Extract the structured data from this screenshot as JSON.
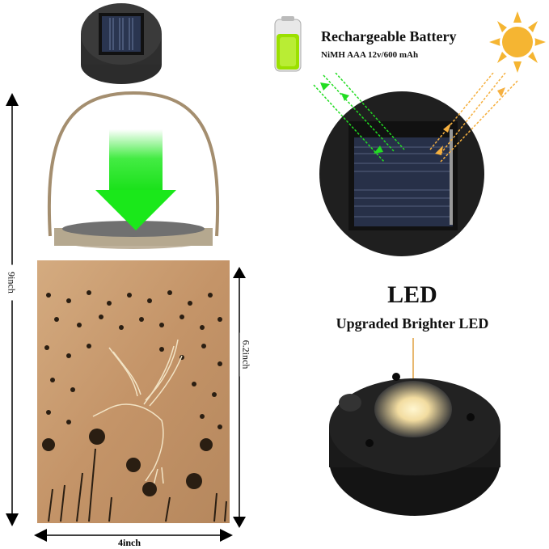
{
  "battery": {
    "title": "Rechargeable Battery",
    "spec": "NiMH AAA 12v/600 mAh"
  },
  "led": {
    "title": "LED",
    "subtitle": "Upgraded Brighter LED"
  },
  "dimensions": {
    "height_total": "9inch",
    "height_body": "6.2inch",
    "width": "4inch"
  },
  "colors": {
    "arrow_green": "#22e822",
    "sun_orange": "#f5b532",
    "panel_dark": "#1f1f1f",
    "lantern_copper": "#c99d70"
  }
}
